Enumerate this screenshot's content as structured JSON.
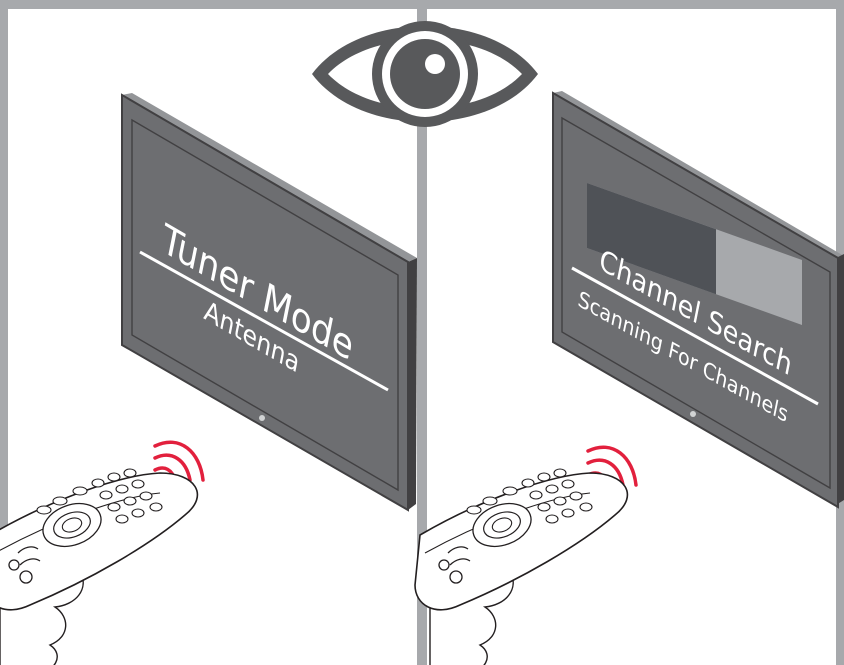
{
  "colors": {
    "frame": "#a7a9ac",
    "tv_body": "#6d6e71",
    "tv_edge": "#414042",
    "screen_text": "#ffffff",
    "signal": "#e2203d",
    "eye": "#58595b",
    "progress_fill": "#4f5257",
    "progress_track": "#a7a9ac"
  },
  "icons": {
    "top_center": "eye-icon",
    "left_panel_remote": "remote-control-icon",
    "right_panel_remote": "remote-control-icon",
    "signal": "signal-waves-icon"
  },
  "left_panel": {
    "tv": {
      "title": "Tuner Mode",
      "subtitle": "Antenna"
    }
  },
  "right_panel": {
    "tv": {
      "title": "Channel Search",
      "subtitle": "Scanning For Channels",
      "progress_fraction": 0.6
    }
  }
}
